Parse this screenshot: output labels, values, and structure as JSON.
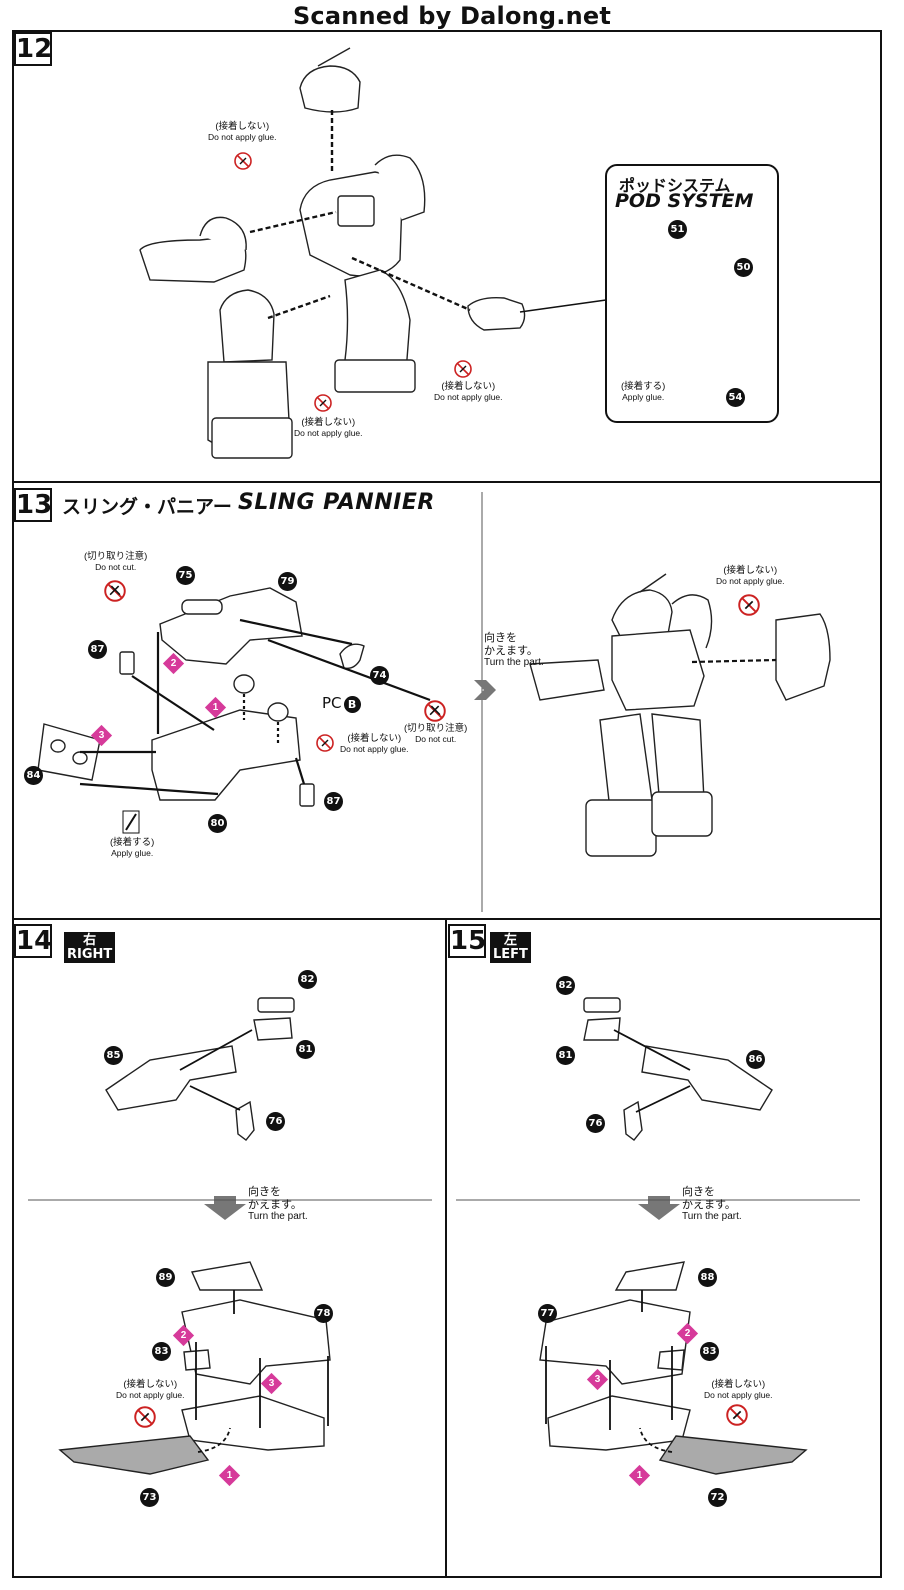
{
  "header": {
    "scan_credit": "Scanned by Dalong.net"
  },
  "step12": {
    "number": "12",
    "notes": [
      {
        "jp": "(接着しない)",
        "en": "Do not apply glue."
      },
      {
        "jp": "(接着しない)",
        "en": "Do not apply glue."
      },
      {
        "jp": "(接着しない)",
        "en": "Do not apply glue."
      }
    ],
    "pod": {
      "title_jp": "ポッドシステム",
      "title_en": "POD SYSTEM",
      "parts": [
        "51",
        "50",
        "54"
      ],
      "glue_jp": "(接着する)",
      "glue_en": "Apply glue."
    }
  },
  "step13": {
    "number": "13",
    "title_jp": "スリング・パニアー",
    "title_en": "SLING PANNIER",
    "cut_note": {
      "jp": "(切り取り注意)",
      "en": "Do not cut."
    },
    "cut_note2": {
      "jp": "(切り取り注意)",
      "en": "Do not cut."
    },
    "noglue": {
      "jp": "(接着しない)",
      "en": "Do not apply glue."
    },
    "noglue2": {
      "jp": "(接着しない)",
      "en": "Do not apply glue."
    },
    "glue": {
      "jp": "(接着する)",
      "en": "Apply glue."
    },
    "pc_label": "PC",
    "pc_letter": "B",
    "parts": [
      "75",
      "79",
      "87",
      "74",
      "84",
      "80",
      "87"
    ],
    "seq": [
      "1",
      "2",
      "3"
    ],
    "turn": {
      "jp1": "向きを",
      "jp2": "かえます。",
      "en": "Turn the part."
    }
  },
  "step14": {
    "number": "14",
    "side_jp": "右",
    "side_en": "RIGHT",
    "parts_top": [
      "82",
      "85",
      "81",
      "76"
    ],
    "turn": {
      "jp1": "向きを",
      "jp2": "かえます。",
      "en": "Turn the part."
    },
    "parts_bottom": [
      "89",
      "78",
      "83",
      "73"
    ],
    "seq": [
      "1",
      "2",
      "3"
    ],
    "noglue": {
      "jp": "(接着しない)",
      "en": "Do not apply glue."
    }
  },
  "step15": {
    "number": "15",
    "side_jp": "左",
    "side_en": "LEFT",
    "parts_top": [
      "82",
      "86",
      "81",
      "76"
    ],
    "turn": {
      "jp1": "向きを",
      "jp2": "かえます。",
      "en": "Turn the part."
    },
    "parts_bottom": [
      "88",
      "77",
      "83",
      "72"
    ],
    "seq": [
      "1",
      "2",
      "3"
    ],
    "noglue": {
      "jp": "(接着しない)",
      "en": "Do not apply glue."
    }
  }
}
